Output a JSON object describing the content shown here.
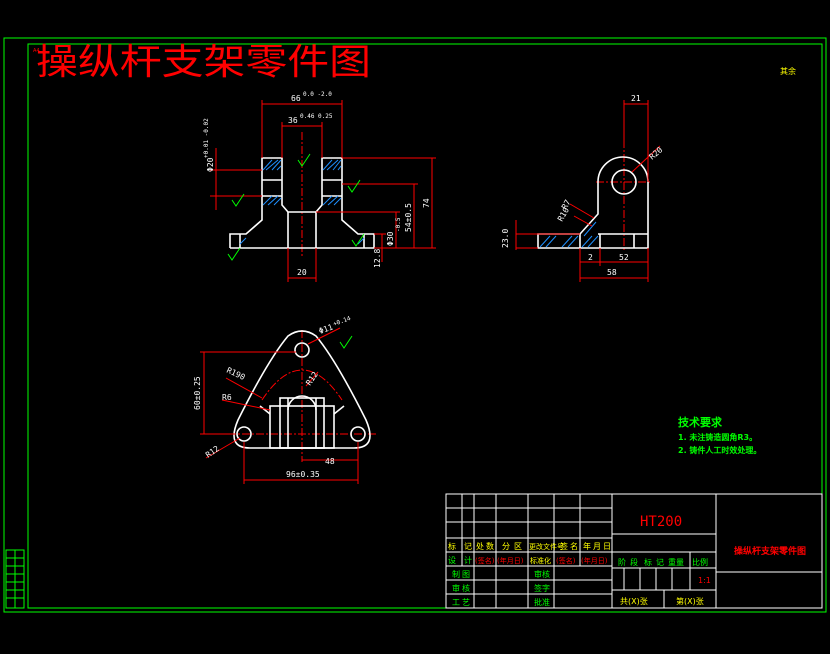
{
  "header": {
    "sheet_size": "A4",
    "title": "操纵杆支架零件图",
    "corner_note": "其余"
  },
  "front_view": {
    "width_top": "66",
    "width_top_tol": "0.0 -2.0",
    "width_mid": "36",
    "width_mid_tol": "0.46 0.25",
    "left_dia": "Φ20",
    "left_dia_tol": "+0.01 -0.02",
    "bore_dia": "Φ30",
    "bore_dia_tol": "-0.5",
    "height_total": "74",
    "height_54": "54±0.5",
    "height_12": "12.8",
    "base_width": "20"
  },
  "side_view": {
    "width_top": "21",
    "radius": "R20",
    "r7": "R7",
    "r10": "R10",
    "height_23": "23.0",
    "dim_52": "52",
    "dim_2": "2",
    "dim_58": "58"
  },
  "top_view": {
    "hole_dia": "Φ11",
    "hole_dia_tol": "+0.14",
    "r190": "R190",
    "r12_center": "R12",
    "r6": "R6",
    "r12_left": "R12",
    "height_60": "60±0.25",
    "dim_48": "48",
    "dim_96": "96±0.35"
  },
  "tech_requirements": {
    "title": "技术要求",
    "items": [
      "1. 未注铸造圆角R3。",
      "2. 铸件人工时效处理。"
    ]
  },
  "title_block": {
    "material": "HT200",
    "drawing_name": "操纵杆支架零件图",
    "scale": "1:1",
    "header_row": [
      "标",
      "记",
      "处",
      "数",
      "分",
      "区",
      "更改文件号",
      "签",
      "名",
      "年",
      "月",
      "日"
    ],
    "row_design": [
      "设",
      "计",
      "(签名)",
      "(年月日)",
      "标准化",
      "(签名)",
      "(年月日)"
    ],
    "row_labels": [
      "制",
      "图",
      "审",
      "核",
      "工",
      "艺"
    ],
    "mid_labels": [
      "审核",
      "签字",
      "批准"
    ],
    "stage_labels": [
      "阶",
      "段",
      "标",
      "记",
      "重量",
      "比例"
    ],
    "sheet_total": "共(X)张",
    "sheet_num": "第(X)张"
  },
  "colors": {
    "frame": "#00ff00",
    "title": "#ff0000",
    "part": "#ffffff",
    "dimension": "#ff0000",
    "hatch": "#00aaff",
    "center": "#ff0000",
    "note": "#00ff00"
  }
}
